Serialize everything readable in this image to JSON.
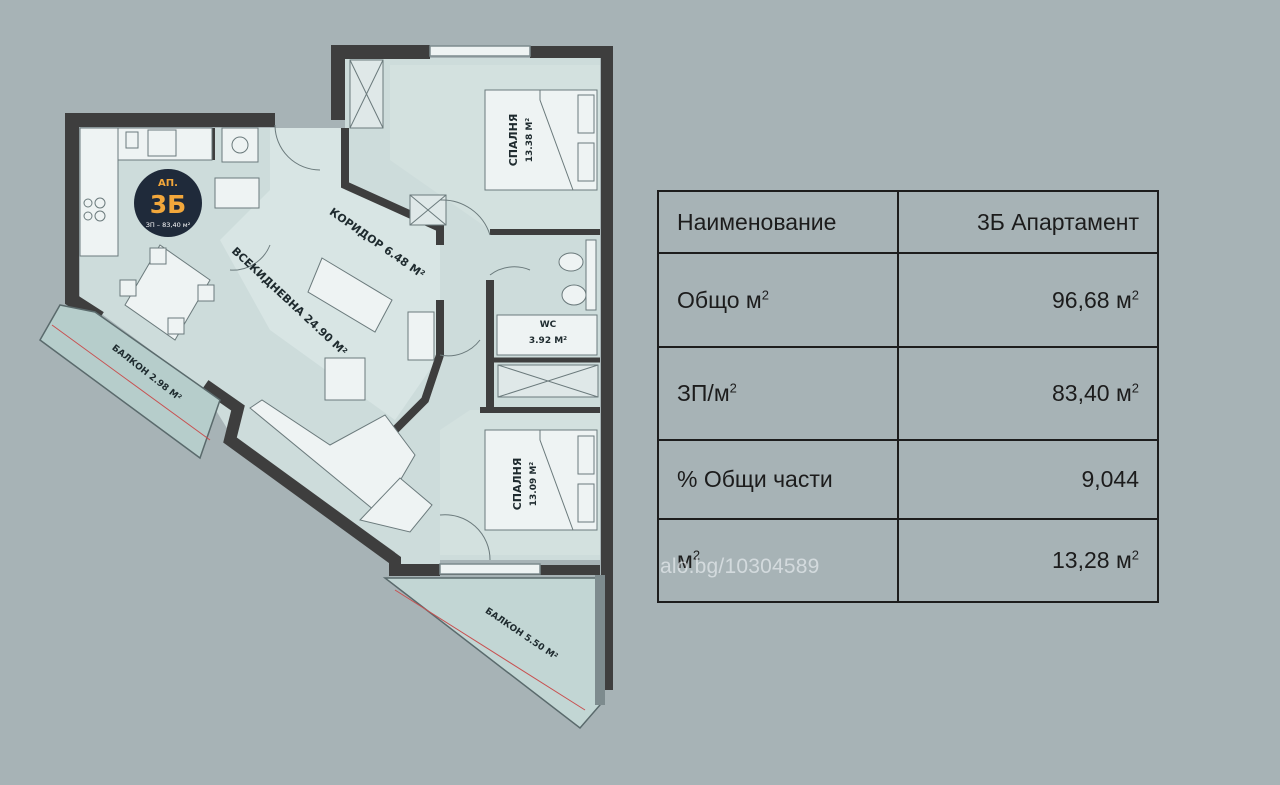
{
  "plan": {
    "badge": {
      "prefix": "АП.",
      "number": "3Б",
      "subline": "ЗП – 83,40 м²"
    },
    "rooms": {
      "bedroom_top": {
        "name": "СПАЛНЯ",
        "area": "13.38 М²"
      },
      "bedroom_bottom": {
        "name": "СПАЛНЯ",
        "area": "13.09 М²"
      },
      "corridor": "КОРИДОР 6.48 М²",
      "living": "ВСЕКИДНЕВНА 24.90 М²",
      "wc": {
        "name": "WC",
        "area": "3.92 М²"
      },
      "balcony_left": "БАЛКОН 2.98 М²",
      "balcony_bottom": "БАЛКОН 5.50 М²"
    },
    "colors": {
      "wall": "#3e3e3e",
      "floor": "#c9d9d8",
      "floor_light": "#dde8e7",
      "badge": "#1f2a3a",
      "badge_text": "#f2a73b"
    }
  },
  "table": {
    "rows": [
      {
        "label": "Наименование",
        "label_sup": "",
        "value": "3Б Апартамент",
        "value_sup": ""
      },
      {
        "label": "Общо м",
        "label_sup": "2",
        "value": "96,68 м",
        "value_sup": "2"
      },
      {
        "label": "ЗП/м",
        "label_sup": "2",
        "value": "83,40 м",
        "value_sup": "2"
      },
      {
        "label": "% Общи части",
        "label_sup": "",
        "value": "9,044",
        "value_sup": ""
      },
      {
        "label": "м",
        "label_sup": "2",
        "value": "13,28 м",
        "value_sup": "2"
      }
    ]
  },
  "watermark": "alo.bg/10304589"
}
